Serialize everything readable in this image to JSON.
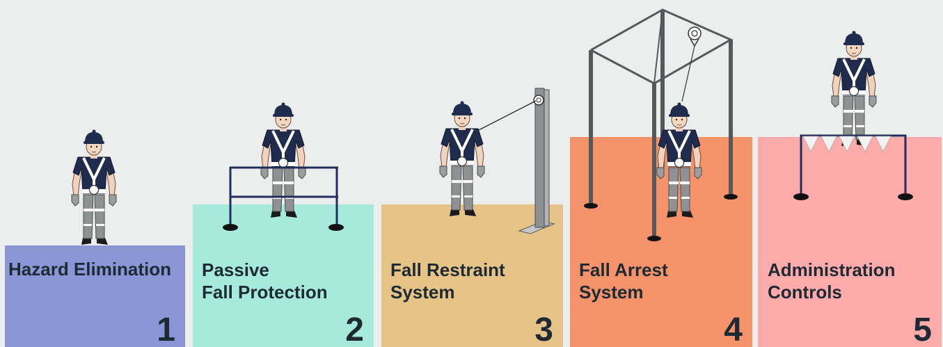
{
  "steps": [
    {
      "title": "Hazard Elimination",
      "number": "1",
      "color": "#8a96d6"
    },
    {
      "title": "Passive\nFall Protection",
      "number": "2",
      "color": "#a6eadb"
    },
    {
      "title": "Fall Restraint\nSystem",
      "number": "3",
      "color": "#e6c386"
    },
    {
      "title": "Fall Arrest\nSystem",
      "number": "4",
      "color": "#f4936a"
    },
    {
      "title": "Administration\nControls",
      "number": "5",
      "color": "#fdaaaa"
    }
  ],
  "colors": {
    "background": "#eceeed",
    "text": "#1e2a33",
    "worker_shirt": "#1f2c4d",
    "worker_pants": "#8f9193",
    "harness": "#ffffff",
    "steel": "#55595c",
    "guardrail": "#222d5c"
  }
}
